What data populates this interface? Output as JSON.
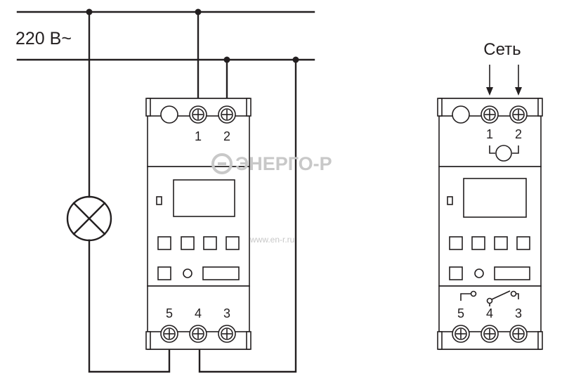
{
  "supply_label": "220 В~",
  "network_label": "Сеть",
  "watermark_brand": "ЭНЕРГО-Р",
  "watermark_url": "www.en-r.ru",
  "left_device": {
    "top_terminals": [
      "1",
      "2"
    ],
    "bottom_terminals": [
      "5",
      "4",
      "3"
    ]
  },
  "right_device": {
    "top_terminals": [
      "1",
      "2"
    ],
    "bottom_terminals": [
      "5",
      "4",
      "3"
    ]
  }
}
